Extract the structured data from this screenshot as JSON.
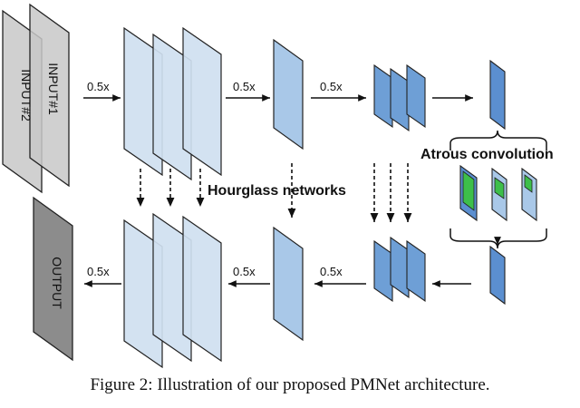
{
  "labels": {
    "input1": "INPUT#1",
    "input2": "INPUT#2",
    "output": "OUTPUT",
    "scale": "0.5x",
    "atrous": "Atrous convolution",
    "hourglass": "Hourglass networks"
  },
  "caption": "Figure 2: Illustration of our proposed PMNet architecture.",
  "colors": {
    "input_fill": "#c8c8c8",
    "output_fill": "#8c8c8c",
    "level1_fill": "#cfe0f0",
    "level2_fill": "#a9c8e8",
    "level3_fill": "#6e9fd6",
    "level4_fill": "#5b8fd0",
    "atrous_green": "#3dbf4a",
    "stroke": "#222222"
  },
  "icons": {
    "arrow": "arrow-right-icon",
    "dashed_arrow": "dashed-arrow-down-icon",
    "brace": "curly-brace-icon"
  }
}
